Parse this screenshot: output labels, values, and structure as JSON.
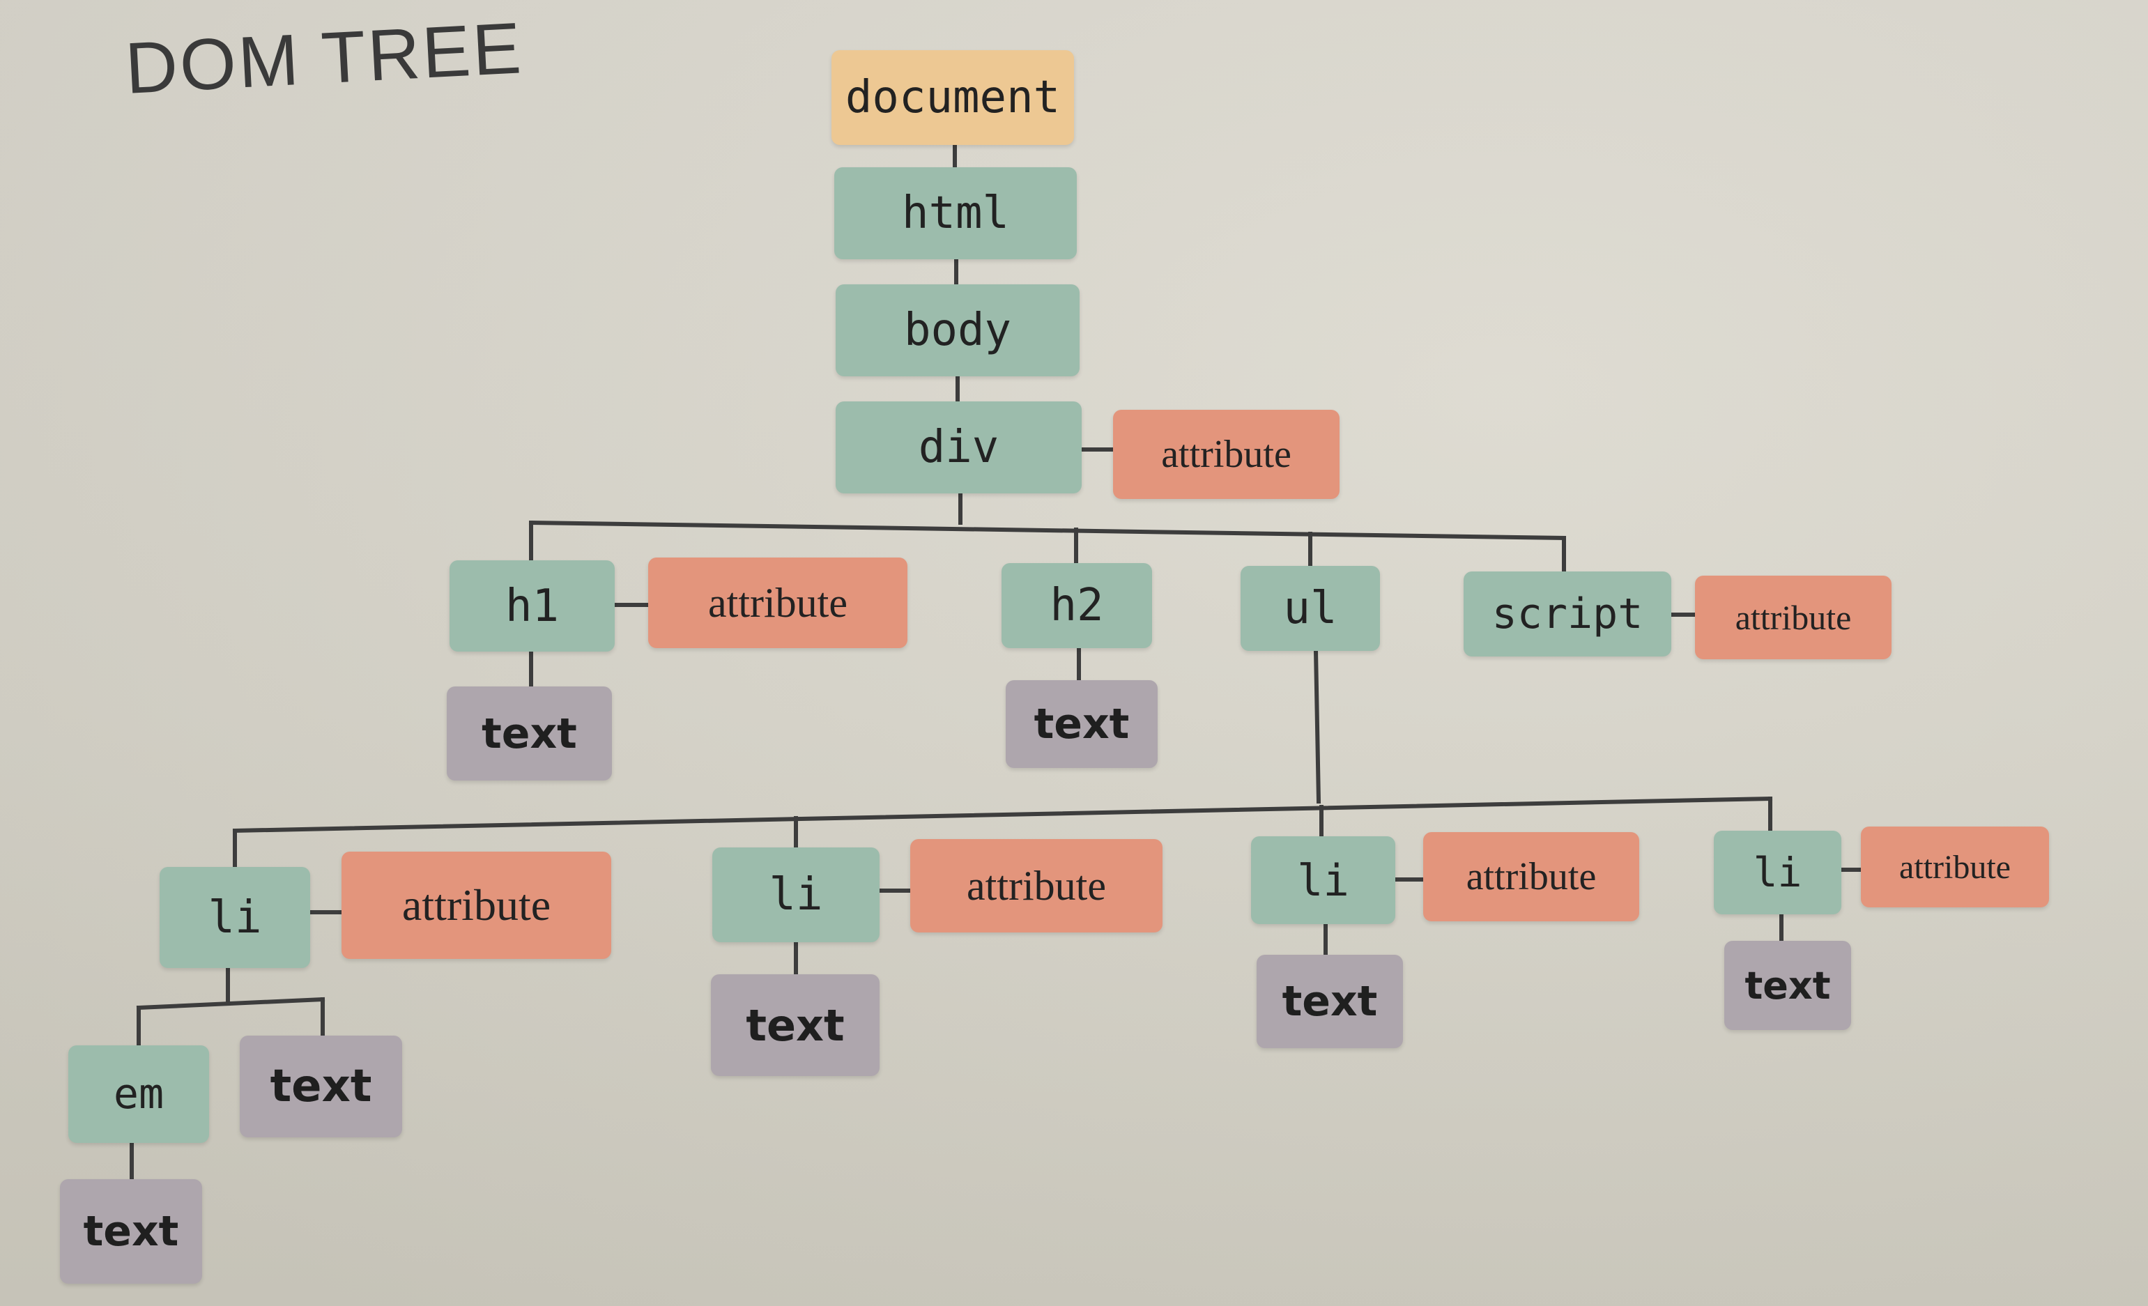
{
  "title": "DOM TREE",
  "colors": {
    "document": "#edc893",
    "element": "#9cbcac",
    "attribute": "#e3957c",
    "text": "#aea6ad",
    "connector": "#3d3d3d"
  },
  "nodes": {
    "document": {
      "kind": "document",
      "label": "document"
    },
    "html": {
      "kind": "element",
      "label": "html"
    },
    "body": {
      "kind": "element",
      "label": "body"
    },
    "div": {
      "kind": "element",
      "label": "div"
    },
    "div_attr": {
      "kind": "attribute",
      "label": "attribute"
    },
    "h1": {
      "kind": "element",
      "label": "h1"
    },
    "h1_attr": {
      "kind": "attribute",
      "label": "attribute"
    },
    "h1_text": {
      "kind": "text",
      "label": "text"
    },
    "h2": {
      "kind": "element",
      "label": "h2"
    },
    "h2_text": {
      "kind": "text",
      "label": "text"
    },
    "ul": {
      "kind": "element",
      "label": "ul"
    },
    "script": {
      "kind": "element",
      "label": "script"
    },
    "script_attr": {
      "kind": "attribute",
      "label": "attribute"
    },
    "li1": {
      "kind": "element",
      "label": "li"
    },
    "li1_attr": {
      "kind": "attribute",
      "label": "attribute"
    },
    "em": {
      "kind": "element",
      "label": "em"
    },
    "em_text": {
      "kind": "text",
      "label": "text"
    },
    "li1_text": {
      "kind": "text",
      "label": "text"
    },
    "li2": {
      "kind": "element",
      "label": "li"
    },
    "li2_attr": {
      "kind": "attribute",
      "label": "attribute"
    },
    "li2_text": {
      "kind": "text",
      "label": "text"
    },
    "li3": {
      "kind": "element",
      "label": "li"
    },
    "li3_attr": {
      "kind": "attribute",
      "label": "attribute"
    },
    "li3_text": {
      "kind": "text",
      "label": "text"
    },
    "li4": {
      "kind": "element",
      "label": "li"
    },
    "li4_attr": {
      "kind": "attribute",
      "label": "attribute"
    },
    "li4_text": {
      "kind": "text",
      "label": "text"
    }
  },
  "edges": [
    [
      "document",
      "html"
    ],
    [
      "html",
      "body"
    ],
    [
      "body",
      "div"
    ],
    [
      "div",
      "div_attr"
    ],
    [
      "div",
      "h1"
    ],
    [
      "div",
      "h2"
    ],
    [
      "div",
      "ul"
    ],
    [
      "div",
      "script"
    ],
    [
      "h1",
      "h1_attr"
    ],
    [
      "h1",
      "h1_text"
    ],
    [
      "h2",
      "h2_text"
    ],
    [
      "script",
      "script_attr"
    ],
    [
      "ul",
      "li1"
    ],
    [
      "ul",
      "li2"
    ],
    [
      "ul",
      "li3"
    ],
    [
      "ul",
      "li4"
    ],
    [
      "li1",
      "li1_attr"
    ],
    [
      "li1",
      "em"
    ],
    [
      "li1",
      "li1_text"
    ],
    [
      "em",
      "em_text"
    ],
    [
      "li2",
      "li2_attr"
    ],
    [
      "li2",
      "li2_text"
    ],
    [
      "li3",
      "li3_attr"
    ],
    [
      "li3",
      "li3_text"
    ],
    [
      "li4",
      "li4_attr"
    ],
    [
      "li4",
      "li4_text"
    ]
  ]
}
